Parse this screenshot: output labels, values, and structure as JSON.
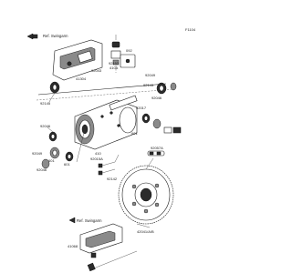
{
  "diagram_code": "F1104",
  "references": {
    "top": "Ref. Swingarm",
    "bottom": "Ref. Swingarm"
  },
  "callouts": {
    "c_92153": "92153",
    "c_410A": "410A",
    "c_092": "092",
    "c_92043": "92043",
    "c_92049_a": "92049",
    "c_92145": "92145",
    "c_41304": "41304",
    "c_92143": "92143",
    "c_92049_b": "92049",
    "c_601_a": "601",
    "c_92017": "92017",
    "c_92046": "92046",
    "c_92046_b": "92046",
    "c_601_b": "601",
    "c_92046_c": "92046",
    "c_410": "410",
    "c_92015A": "92015A",
    "c_92057A": "92057A",
    "c_601_c": "601",
    "c_92142": "92142",
    "c_41068": "41068",
    "c_42041": "42041/A/B"
  }
}
